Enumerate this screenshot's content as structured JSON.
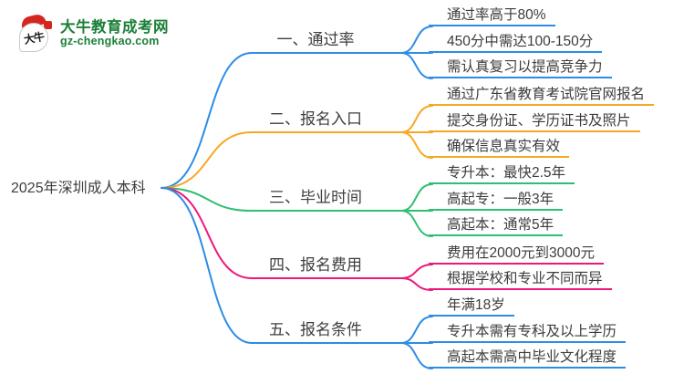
{
  "logo": {
    "mark_text": "大牛",
    "title": "大牛教育成考网",
    "domain": "gz-chengkao.com",
    "brand_green": "#1b8038",
    "brand_red": "#d6251f"
  },
  "root": {
    "label": "2025年深圳成人本科"
  },
  "branches": [
    {
      "label": "一、通过率",
      "color": "#2e8ce6",
      "children": [
        "通过率高于80%",
        "450分中需达100-150分",
        "需认真复习以提高竞争力"
      ]
    },
    {
      "label": "二、报名入口",
      "color": "#f7a821",
      "children": [
        "通过广东省教育考试院官网报名",
        "提交身份证、学历证书及照片",
        "确保信息真实有效"
      ]
    },
    {
      "label": "三、毕业时间",
      "color": "#2ebf72",
      "children": [
        "专升本：最快2.5年",
        "高起专：一般3年",
        "高起本：通常5年"
      ]
    },
    {
      "label": "四、报名费用",
      "color": "#ef1778",
      "children": [
        "费用在2000元到3000元",
        "根据学校和专业不同而异"
      ]
    },
    {
      "label": "五、报名条件",
      "color": "#2e8ce6",
      "children": [
        "年满18岁",
        "专升本需有专科及以上学历",
        "高起本需高中毕业文化程度"
      ]
    }
  ]
}
